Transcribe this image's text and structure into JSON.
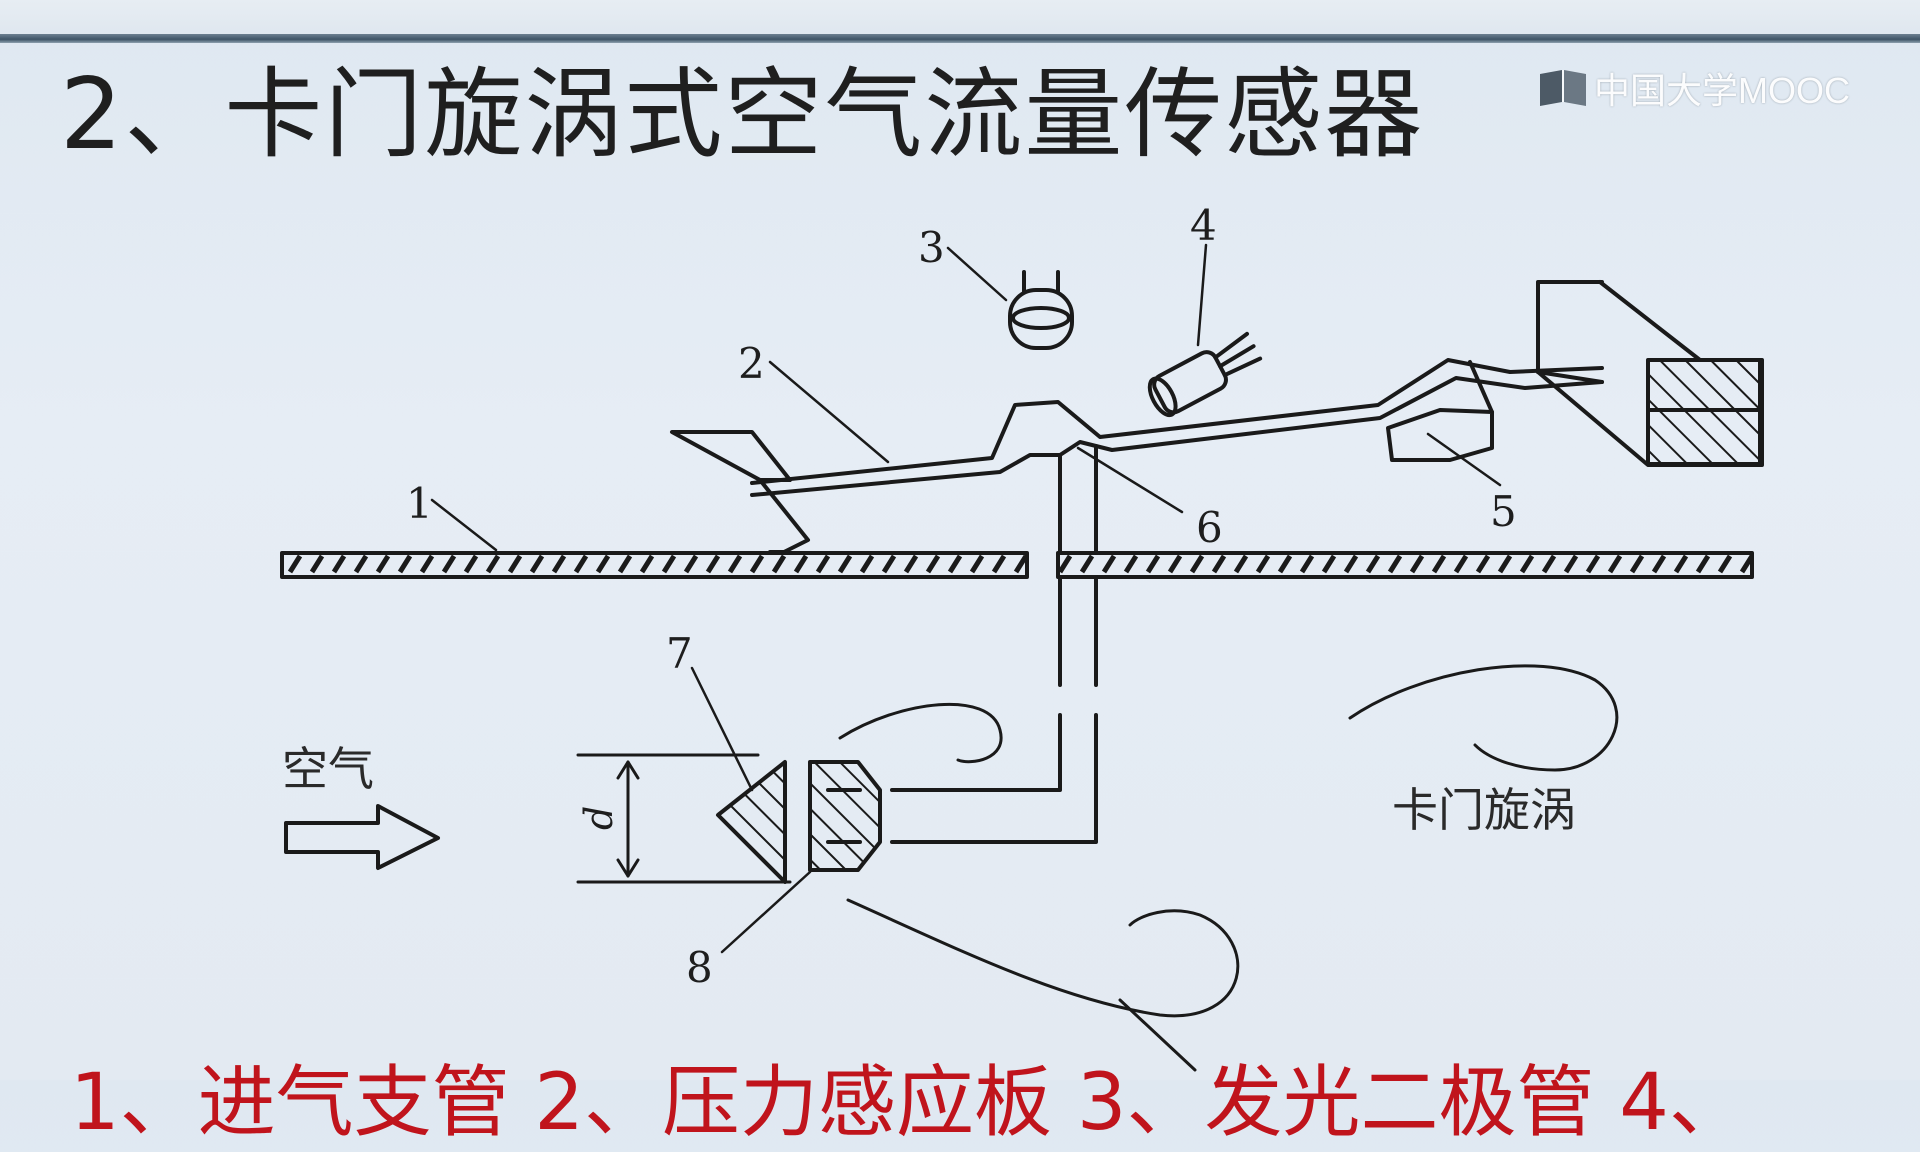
{
  "slide": {
    "title": "2、卡门旋涡式空气流量传感器",
    "logo_text": "中国大学MOOC",
    "bottom_caption": "1、进气支管  2、压力感应板  3、发光二极管  4、",
    "accent_color": "#c0141c"
  },
  "diagram": {
    "part_labels": [
      "1",
      "2",
      "3",
      "4",
      "5",
      "6",
      "7",
      "8"
    ],
    "dimension_label": "d",
    "air_label": "空气",
    "vortex_label": "卡门旋涡"
  }
}
